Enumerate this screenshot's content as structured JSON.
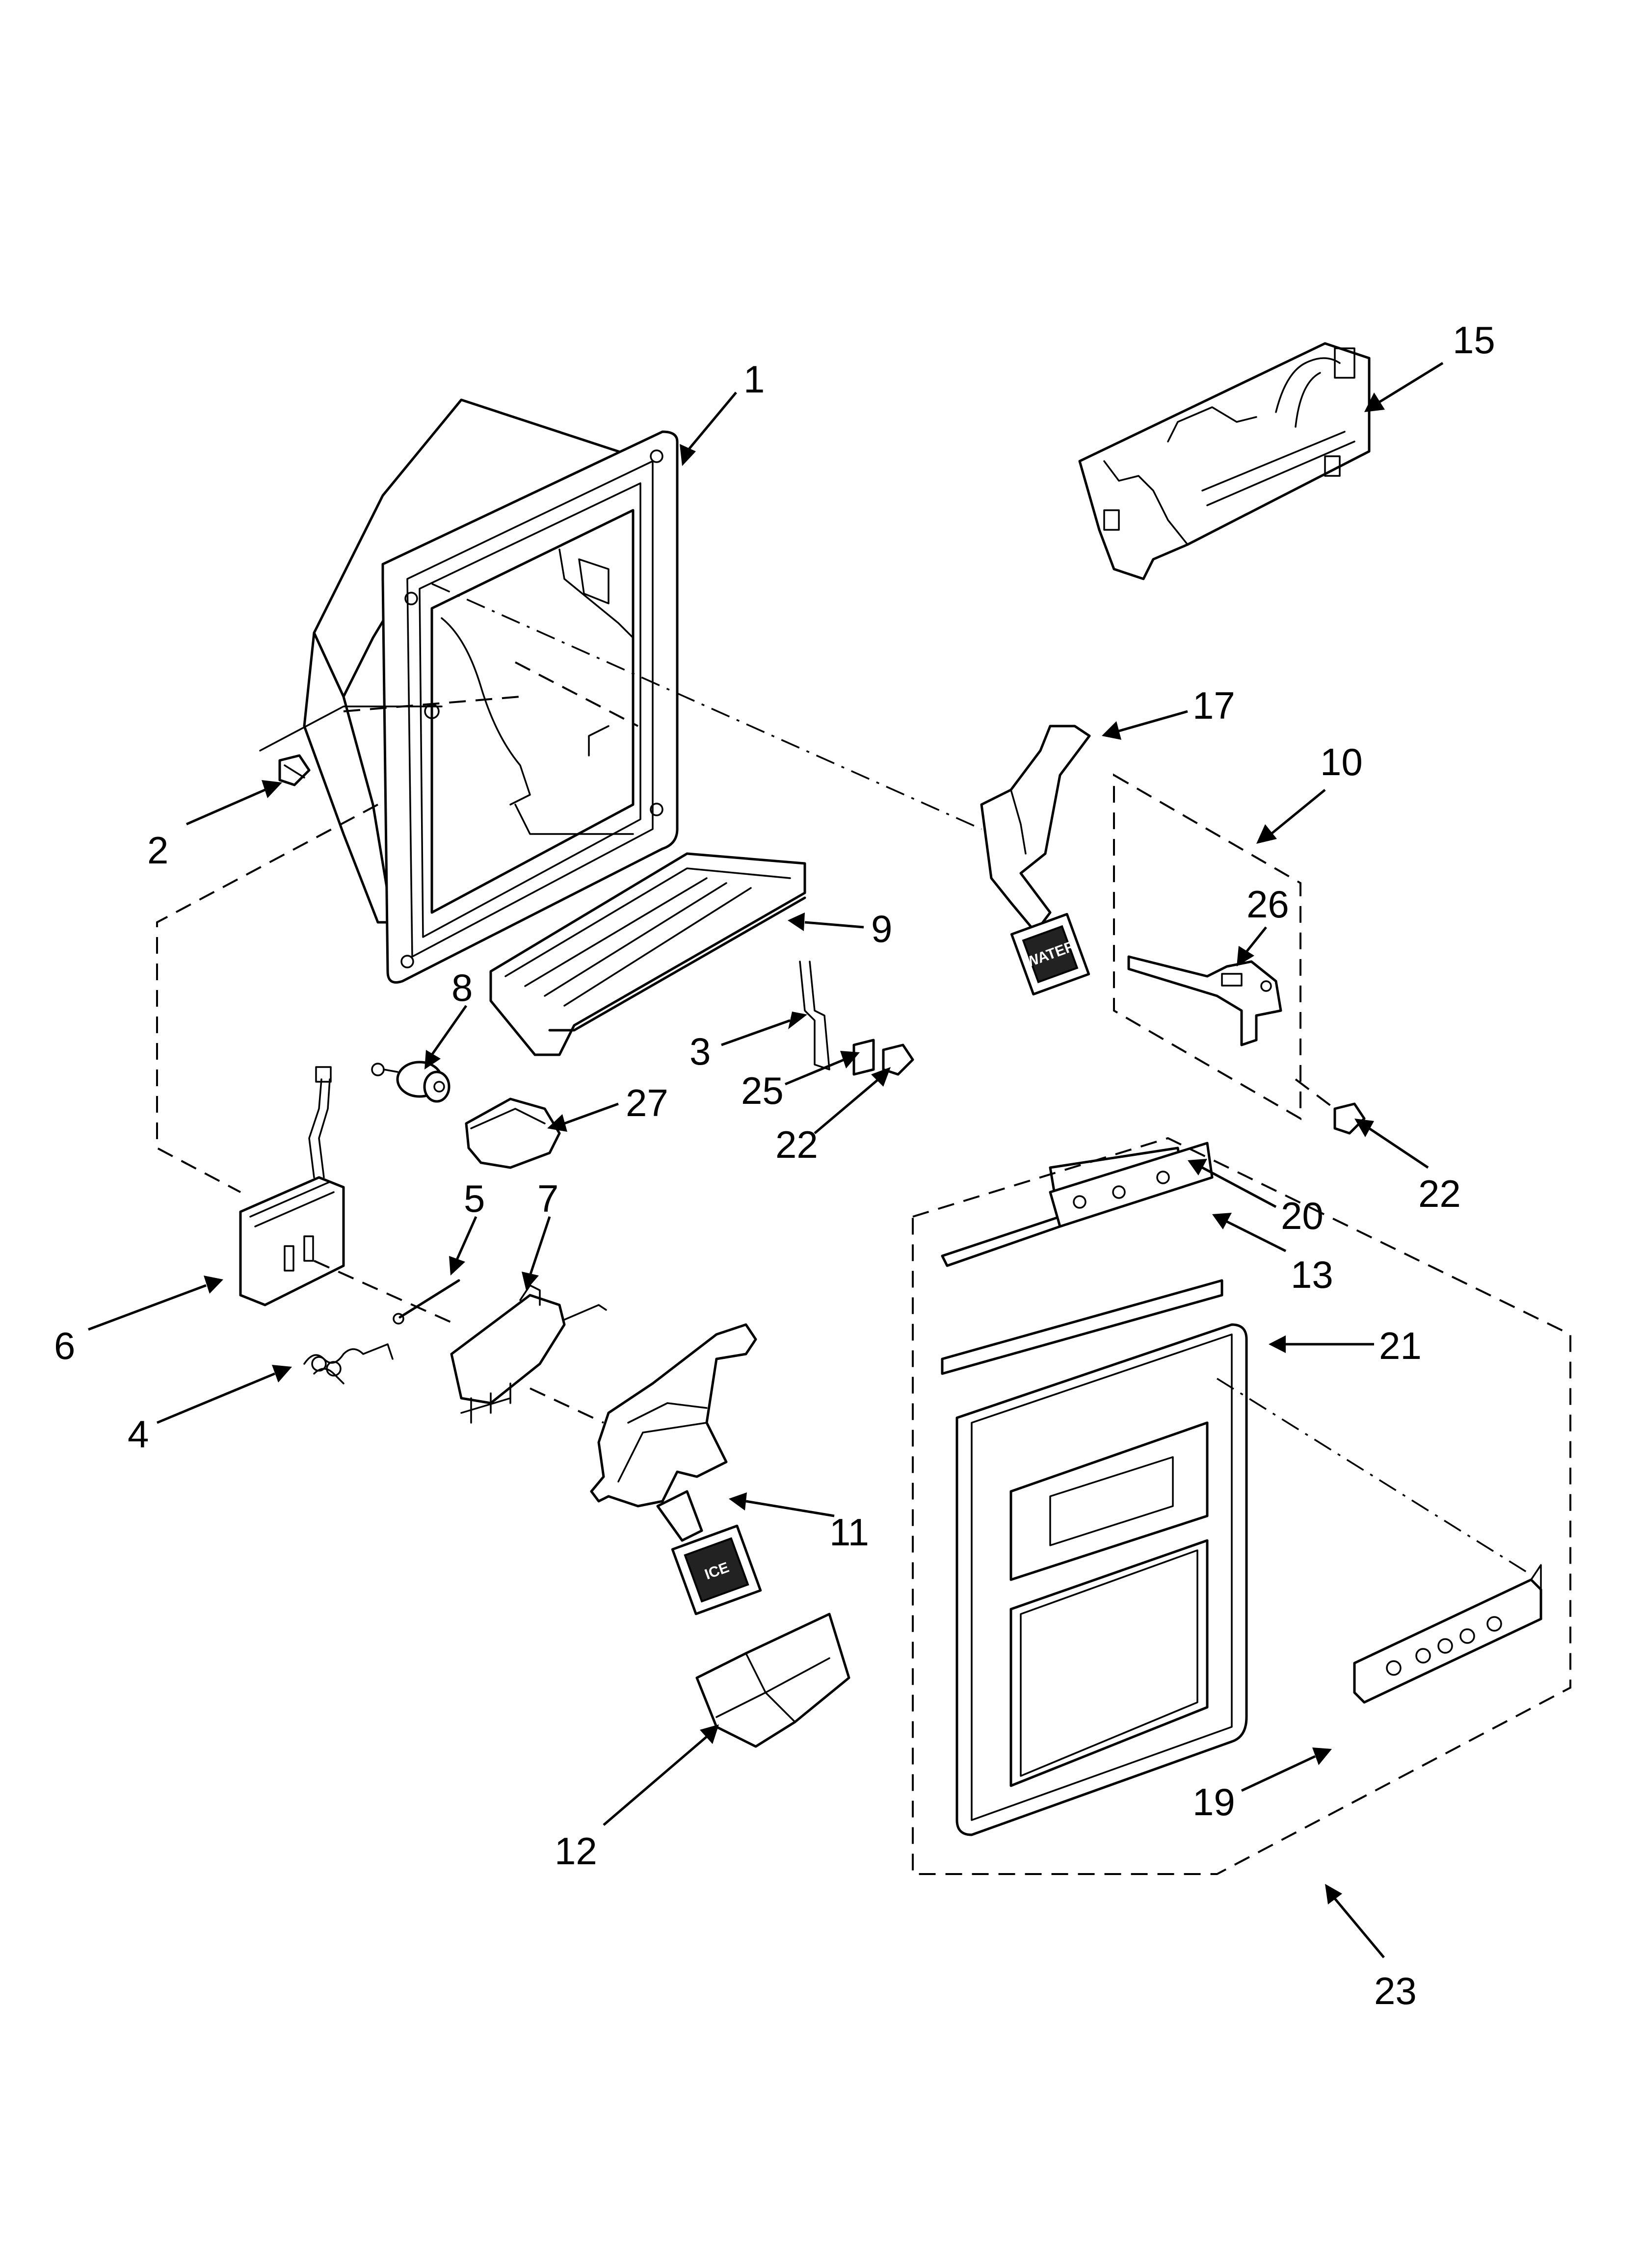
{
  "callouts": {
    "c1": "1",
    "c2": "2",
    "c3": "3",
    "c4": "4",
    "c5": "5",
    "c6": "6",
    "c7": "7",
    "c8": "8",
    "c9": "9",
    "c10": "10",
    "c11": "11",
    "c12": "12",
    "c13": "13",
    "c15": "15",
    "c17": "17",
    "c19": "19",
    "c20": "20",
    "c21": "21",
    "c22a": "22",
    "c22b": "22",
    "c23": "23",
    "c25": "25",
    "c26": "26",
    "c27": "27"
  },
  "paddle_labels": {
    "ice": "ICE",
    "water": "WATER"
  }
}
